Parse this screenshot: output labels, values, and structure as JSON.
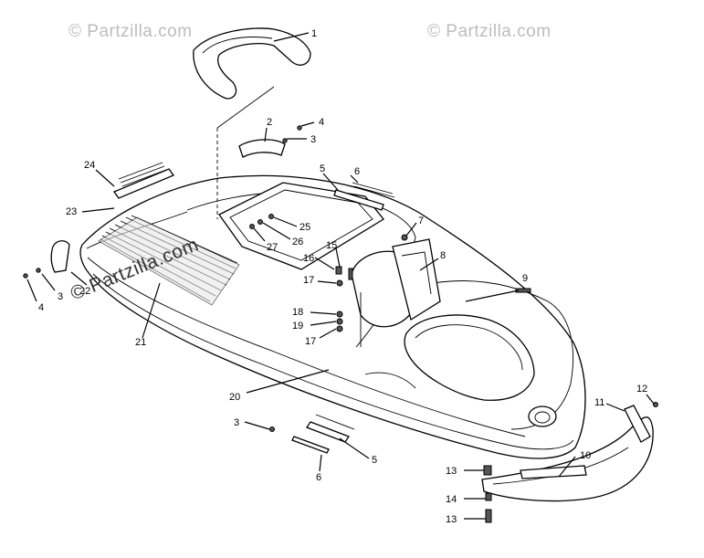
{
  "watermarks": [
    {
      "text": "© Partzilla.com"
    },
    {
      "text": "© Partzilla.com"
    },
    {
      "text": "© Partzilla.com"
    }
  ],
  "callouts": [
    {
      "label": "1"
    },
    {
      "label": "2"
    },
    {
      "label": "4"
    },
    {
      "label": "3"
    },
    {
      "label": "24"
    },
    {
      "label": "5"
    },
    {
      "label": "6"
    },
    {
      "label": "23"
    },
    {
      "label": "25"
    },
    {
      "label": "7"
    },
    {
      "label": "26"
    },
    {
      "label": "27"
    },
    {
      "label": "15"
    },
    {
      "label": "16"
    },
    {
      "label": "8"
    },
    {
      "label": "17"
    },
    {
      "label": "9"
    },
    {
      "label": "22"
    },
    {
      "label": "3"
    },
    {
      "label": "4"
    },
    {
      "label": "18"
    },
    {
      "label": "19"
    },
    {
      "label": "17"
    },
    {
      "label": "21"
    },
    {
      "label": "20"
    },
    {
      "label": "3"
    },
    {
      "label": "12"
    },
    {
      "label": "11"
    },
    {
      "label": "10"
    },
    {
      "label": "5"
    },
    {
      "label": "13"
    },
    {
      "label": "6"
    },
    {
      "label": "14"
    },
    {
      "label": "13"
    }
  ]
}
